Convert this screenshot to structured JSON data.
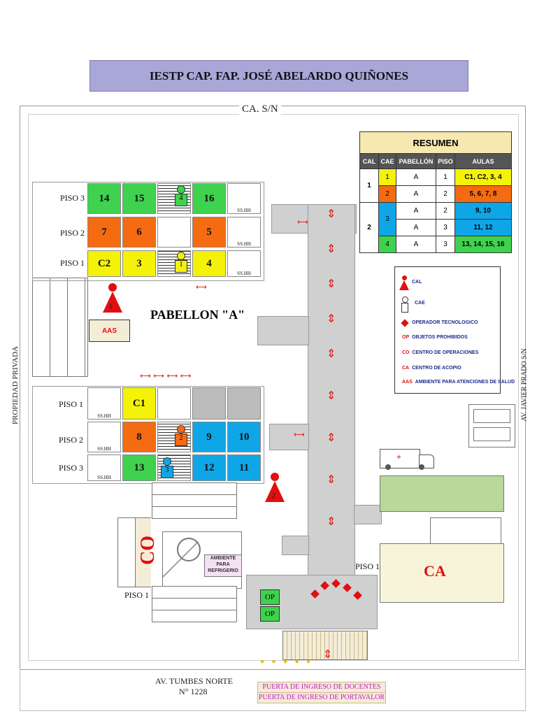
{
  "title": "IESTP CAP. FAP. JOSÉ ABELARDO QUIÑONES",
  "streets": {
    "top": "CA. S/N",
    "left": "PROPIEDAD PRIVADA",
    "right": "AV. JAVIER PRADO S/N",
    "bottom_line1": "AV. TUMBES NORTE",
    "bottom_line2": "N° 1228"
  },
  "pavilion_label": "PABELLON \"A\"",
  "floors": {
    "p1": "PISO 1",
    "p2": "PISO 2",
    "p3": "PISO 3"
  },
  "ss_label": "SS.HH",
  "aas_label": "AAS",
  "co_label": "CO",
  "ca_label": "CA",
  "op_label": "OP",
  "refrigerio": "AMBIENTE PARA REFRIGERIO",
  "upper_block": {
    "rooms": [
      {
        "label": "14",
        "color": "green"
      },
      {
        "label": "15",
        "color": "green"
      },
      {
        "label": "16",
        "color": "green"
      },
      {
        "label": "7",
        "color": "orange"
      },
      {
        "label": "6",
        "color": "orange"
      },
      {
        "label": "5",
        "color": "orange"
      },
      {
        "label": "C2",
        "color": "yellow"
      },
      {
        "label": "3",
        "color": "yellow"
      },
      {
        "label": "4",
        "color": "yellow"
      }
    ]
  },
  "lower_block": {
    "rooms": [
      {
        "label": "C1",
        "color": "yellow"
      },
      {
        "label": "8",
        "color": "orange"
      },
      {
        "label": "9",
        "color": "blue"
      },
      {
        "label": "10",
        "color": "blue"
      },
      {
        "label": "13",
        "color": "green"
      },
      {
        "label": "12",
        "color": "blue"
      },
      {
        "label": "11",
        "color": "blue"
      }
    ]
  },
  "cae_markers": [
    "4",
    "1",
    "2",
    "3"
  ],
  "cal_markers": [
    "1",
    "2"
  ],
  "resumen": {
    "title": "RESUMEN",
    "headers": [
      "CAL",
      "CAE",
      "PABELLÓN",
      "PISO",
      "AULAS"
    ],
    "rows": [
      {
        "cal": "1",
        "cae": "1",
        "pab": "A",
        "piso": "1",
        "aulas": "C1, C2, 3, 4",
        "color": "#f5f20a"
      },
      {
        "cal": "",
        "cae": "2",
        "pab": "A",
        "piso": "2",
        "aulas": "5, 6, 7, 8",
        "color": "#f46b12"
      },
      {
        "cal": "2",
        "cae": "3",
        "pab": "A",
        "piso": "2",
        "aulas": "9, 10",
        "color": "#0fa6e8"
      },
      {
        "cal": "",
        "cae": "",
        "pab": "A",
        "piso": "3",
        "aulas": "11, 12",
        "color": "#0fa6e8"
      },
      {
        "cal": "",
        "cae": "4",
        "pab": "A",
        "piso": "3",
        "aulas": "13, 14, 15, 16",
        "color": "#3fd24f"
      }
    ]
  },
  "legend": {
    "cal": "CAL",
    "cae": "CAE",
    "operador": "OPERADOR TECNOLOGICO",
    "op_code": "OP",
    "op_text": "OBJETOS PROHIBIDOS",
    "co_code": "CO",
    "co_text": "CENTRO DE OPERACIONES",
    "ca_code": "CA",
    "ca_text": "CENTRO DE ACOPIO",
    "aas_code": "AAS",
    "aas_text": "AMBIENTE PARA ATENCIONES DE SALUD"
  },
  "gates": {
    "docentes": "PUERTA DE INGRESO DE DOCENTES",
    "portavalor": "PUERTA DE INGRESO  DE PORTAVALOR"
  },
  "colors": {
    "accent_red": "#e01010",
    "banner": "#a9a6d8",
    "label_blue": "#1a2b8c"
  }
}
